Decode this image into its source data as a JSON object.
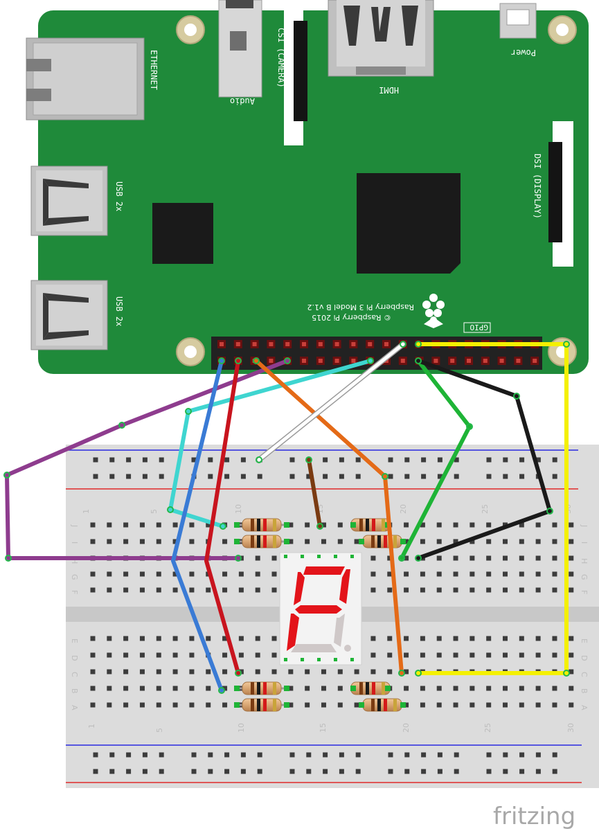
{
  "board": {
    "ethernet": "ETHERNET",
    "usb_top": "USB 2x",
    "usb_bottom": "USB 2x",
    "audio": "Audio",
    "csi": "CSI (CAMERA)",
    "hdmi": "HDMI",
    "power": "Power",
    "dsi": "DSI (DISPLAY)",
    "gpio": "GPIO",
    "model_line1": "Raspberry Pi 3 Model B v1.2",
    "model_line2": "© Raspberry Pi 2015"
  },
  "breadboard": {
    "rows_top": [
      "J",
      "I",
      "H",
      "G",
      "F"
    ],
    "rows_bottom": [
      "E",
      "D",
      "C",
      "B",
      "A"
    ],
    "col_numbers": [
      "1",
      "5",
      "10",
      "15",
      "20",
      "25",
      "30"
    ]
  },
  "wire_colors": {
    "purple": "#8e3c8e",
    "cyan": "#3fd5d0",
    "blue": "#3a7bd5",
    "red": "#c8141e",
    "orange": "#e46a17",
    "white": "#ffffff",
    "green": "#1eb436",
    "black": "#1a1a1a",
    "yellow": "#f4f000",
    "brown": "#7a3b12"
  },
  "brand": "fritzing"
}
